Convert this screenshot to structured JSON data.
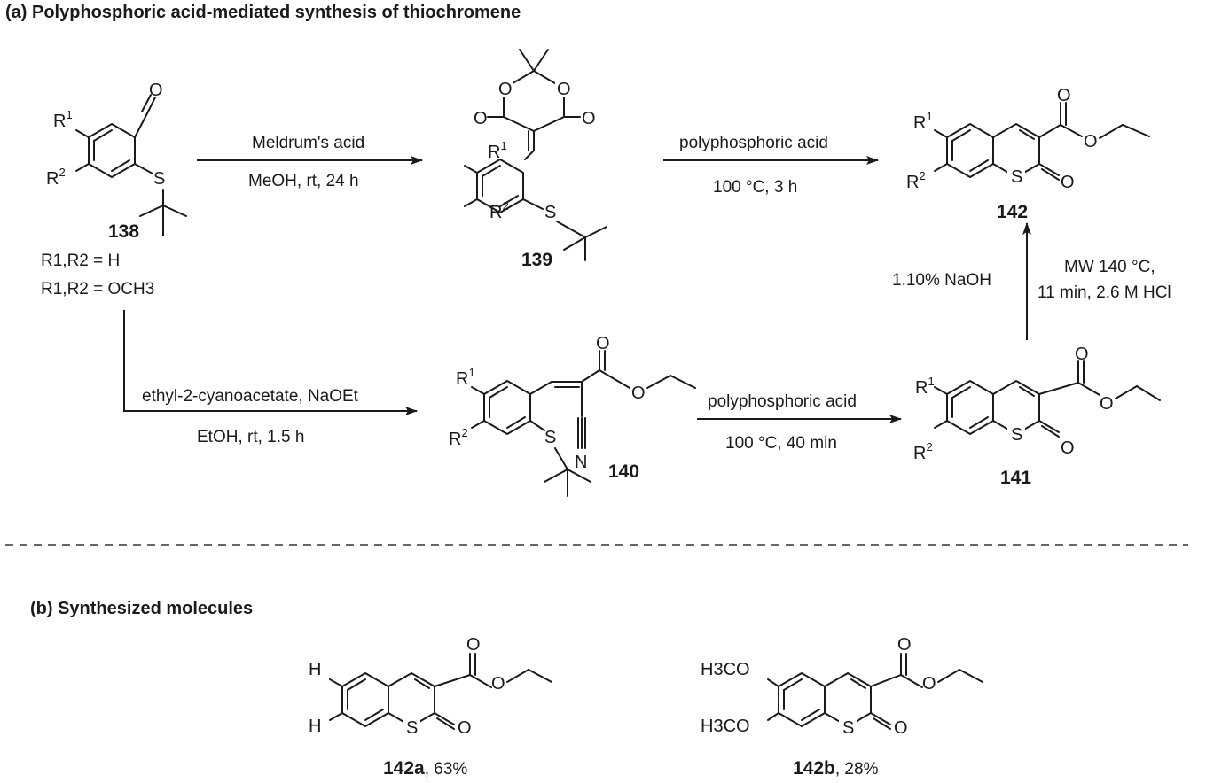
{
  "section_a_title": "(a) Polyphosphoric acid-mediated synthesis of thiochromene",
  "section_b_title": "(b) Synthesized molecules",
  "compounds": {
    "c138": "138",
    "c139": "139",
    "c140": "140",
    "c141": "141",
    "c142": "142",
    "c142a": "142a",
    "c142a_yield": ", 63%",
    "c142b": "142b",
    "c142b_yield": ", 28%"
  },
  "substituents": {
    "case1": "R1,R2 = H",
    "case2": "R1,R2 = OCH3"
  },
  "arrows": {
    "a1_top": "Meldrum's acid",
    "a1_bottom": "MeOH, rt, 24 h",
    "a2_top": "polyphosphoric acid",
    "a2_bottom": "100 °C, 3 h",
    "a3_top": "ethyl-2-cyanoacetate, NaOEt",
    "a3_bottom": "EtOH, rt, 1.5 h",
    "a4_top": "polyphosphoric acid",
    "a4_bottom": "100 °C, 40 min",
    "a5_left": "1.10% NaOH",
    "a5_right_1": "MW 140 °C,",
    "a5_right_2": "11 min, 2.6 M HCl"
  },
  "atoms": {
    "O": "O",
    "S": "S",
    "N": "N",
    "H": "H",
    "R": "R",
    "sup1": "1",
    "sup2": "2",
    "H3CO": "H3CO"
  }
}
